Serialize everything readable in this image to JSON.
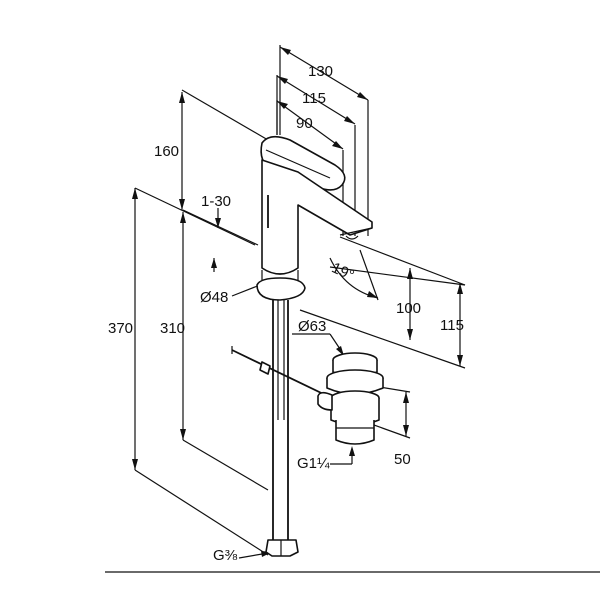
{
  "dimensions": {
    "d130": "130",
    "d115_top": "115",
    "d90": "90",
    "d160": "160",
    "d1_30": "1-30",
    "d19deg": "19°",
    "d48": "Ø48",
    "d100": "100",
    "d115_right": "115",
    "d63": "Ø63",
    "d370": "370",
    "d310": "310",
    "g114": "G1¼",
    "d50": "50",
    "g38": "G⅜"
  }
}
